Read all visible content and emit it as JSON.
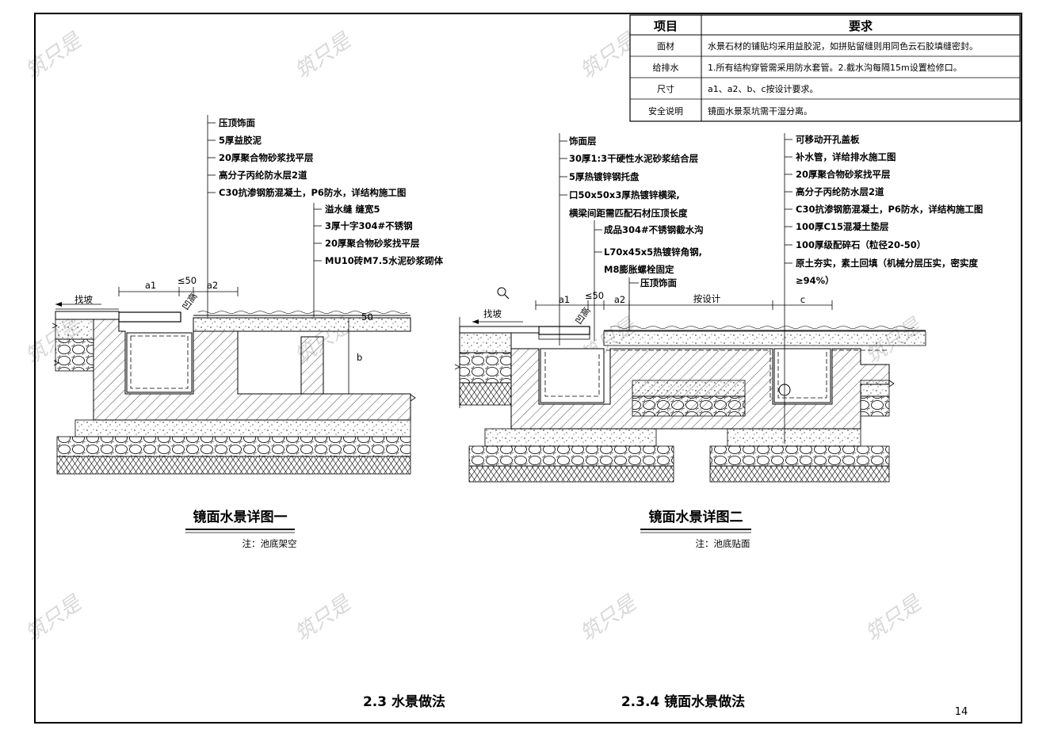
{
  "requirements_table": {
    "headers": [
      "项目",
      "要求"
    ],
    "rows": [
      {
        "item": "面材",
        "requirement": "水景石材的铺贴均采用益胶泥，如拼贴留缝则用同色云石胶填缝密封。"
      },
      {
        "item": "给排水",
        "requirement": "1.所有结构穿管需采用防水套管。2.截水沟每隔15m设置检修口。"
      },
      {
        "item": "尺寸",
        "requirement": "a1、a2、b、c按设计要求。"
      },
      {
        "item": "安全说明",
        "requirement": "镜面水景泵坑需干湿分离。"
      }
    ]
  },
  "detail1": {
    "title": "镜面水景详图一",
    "note": "注：池底架空",
    "callouts_a": [
      "压顶饰面",
      "5厚益胶泥",
      "20厚聚合物砂浆找平层",
      "高分子丙纶防水层2道",
      "C30抗渗钢筋混凝土，P6防水，详结构施工图"
    ],
    "callouts_b": [
      "溢水缝 缝宽5",
      "3厚十字304#不锈钢",
      "20厚聚合物砂浆找平层",
      "MU10砖M7.5水泥砂浆砌体"
    ],
    "dims": {
      "a1": "a1",
      "max50": "≤50",
      "a2": "a2",
      "slope": "找坡",
      "b": "b",
      "fifty": "50",
      "rise": "凹高"
    }
  },
  "detail2": {
    "title": "镜面水景详图二",
    "note": "注：池底贴面",
    "callouts_a": [
      "饰面层",
      "30厚1:3干硬性水泥砂浆结合层",
      "5厚热镀锌钢托盘",
      "口50x50x3厚热镀锌横梁,",
      "横梁间距需匹配石材压顶长度"
    ],
    "callouts_b": [
      "成品304#不锈钢截水沟",
      "L70x45x5热镀锌角钢,",
      "M8膨胀螺栓固定",
      "压顶饰面"
    ],
    "callouts_c": [
      "可移动开孔盖板",
      "补水管，详给排水施工图",
      "20厚聚合物砂浆找平层",
      "高分子丙纶防水层2道",
      "C30抗渗钢筋混凝土，P6防水，详结构施工图",
      "100厚C15混凝土垫层",
      "100厚级配碎石（粒径20-50）",
      "原土夯实，素土回填（机械分层压实，密实度",
      "≥94%）"
    ],
    "dims": {
      "a1": "a1",
      "max50": "≤50",
      "a2": "a2",
      "by_design": "按设计",
      "c": "c",
      "slope": "找坡",
      "rise": "凹高"
    }
  },
  "footer": {
    "section_left": "2.3 水景做法",
    "section_right": "2.3.4 镜面水景做法",
    "page_number": "14"
  },
  "watermark": "筑只是",
  "colors": {
    "line": "#000000",
    "watermark": "#d8d8d8"
  }
}
